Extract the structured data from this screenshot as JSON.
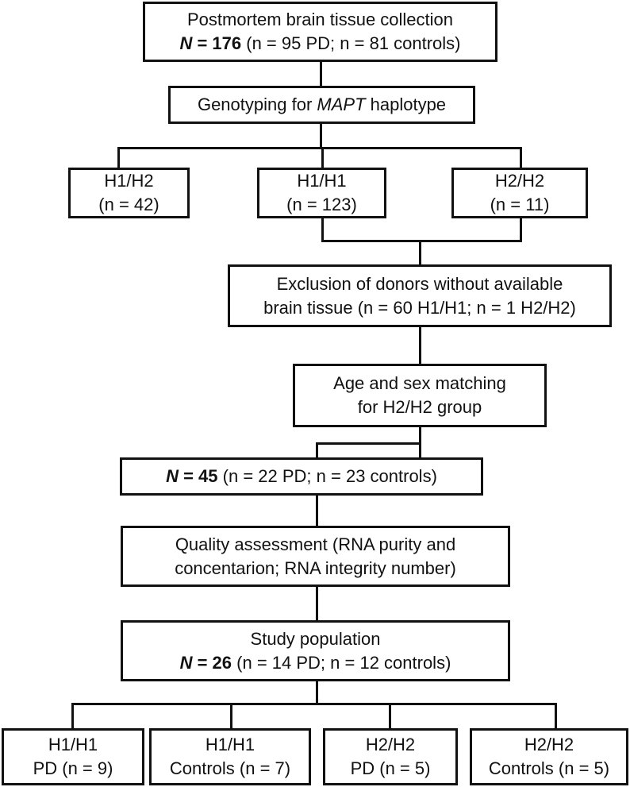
{
  "boxes": {
    "collection": {
      "title": "Postmortem brain tissue collection",
      "N_label": "N",
      "N_value": " = 176",
      "rest": " (n = 95 PD; n = 81 controls)"
    },
    "genotyping": {
      "pre": "Genotyping for ",
      "italic": "MAPT",
      "post": " haplotype"
    },
    "h1h2": {
      "label": "H1/H2",
      "n": "(n = 42)"
    },
    "h1h1": {
      "label": "H1/H1",
      "n": "(n = 123)"
    },
    "h2h2": {
      "label": "H2/H2",
      "n": "(n = 11)"
    },
    "exclusion": {
      "line1": "Exclusion of donors without available",
      "line2": "brain tissue (n = 60 H1/H1; n = 1 H2/H2)"
    },
    "matching": {
      "line1": "Age and sex matching",
      "line2": "for H2/H2 group"
    },
    "n45": {
      "N_label": "N",
      "N_value": " = 45",
      "rest": " (n = 22 PD; n = 23 controls)"
    },
    "quality": {
      "line1": "Quality assessment (RNA purity and",
      "line2": "concentarion; RNA integrity number)"
    },
    "study": {
      "title": "Study population",
      "N_label": "N",
      "N_value": " = 26",
      "rest": " (n = 14 PD; n = 12 controls)"
    },
    "out1": {
      "label": "H1/H1",
      "sub": "PD (n = 9)"
    },
    "out2": {
      "label": "H1/H1",
      "sub": "Controls (n = 7)"
    },
    "out3": {
      "label": "H2/H2",
      "sub": "PD (n = 5)"
    },
    "out4": {
      "label": "H2/H2",
      "sub": "Controls (n = 5)"
    }
  }
}
